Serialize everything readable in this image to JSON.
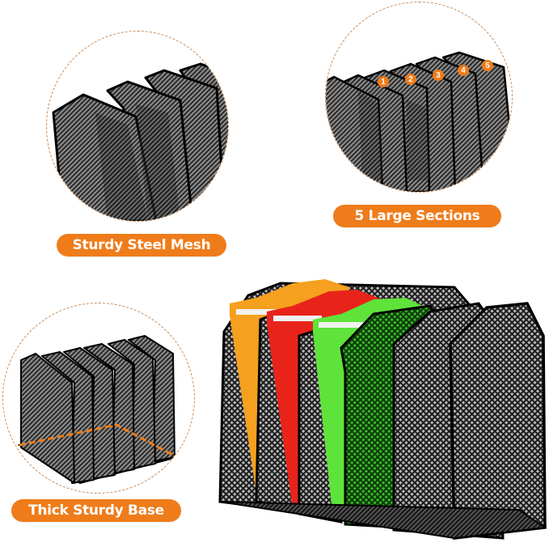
{
  "labels": {
    "mesh": "Sturdy Steel Mesh",
    "sections": "5 Large Sections",
    "base": "Thick Sturdy Base"
  },
  "section_numbers": [
    "1",
    "2",
    "3",
    "4",
    "5"
  ],
  "colors": {
    "accent_orange": "#ef7c1a",
    "dash_circle": "#c98a55",
    "mesh_dark": "#1a1a1a",
    "mesh_light": "#9a9a9a",
    "folder_orange": "#f5a01e",
    "folder_red": "#e8241a",
    "folder_green": "#5fe33a"
  },
  "product": {
    "folders": [
      "orange",
      "red",
      "green"
    ],
    "dividers": 5
  }
}
